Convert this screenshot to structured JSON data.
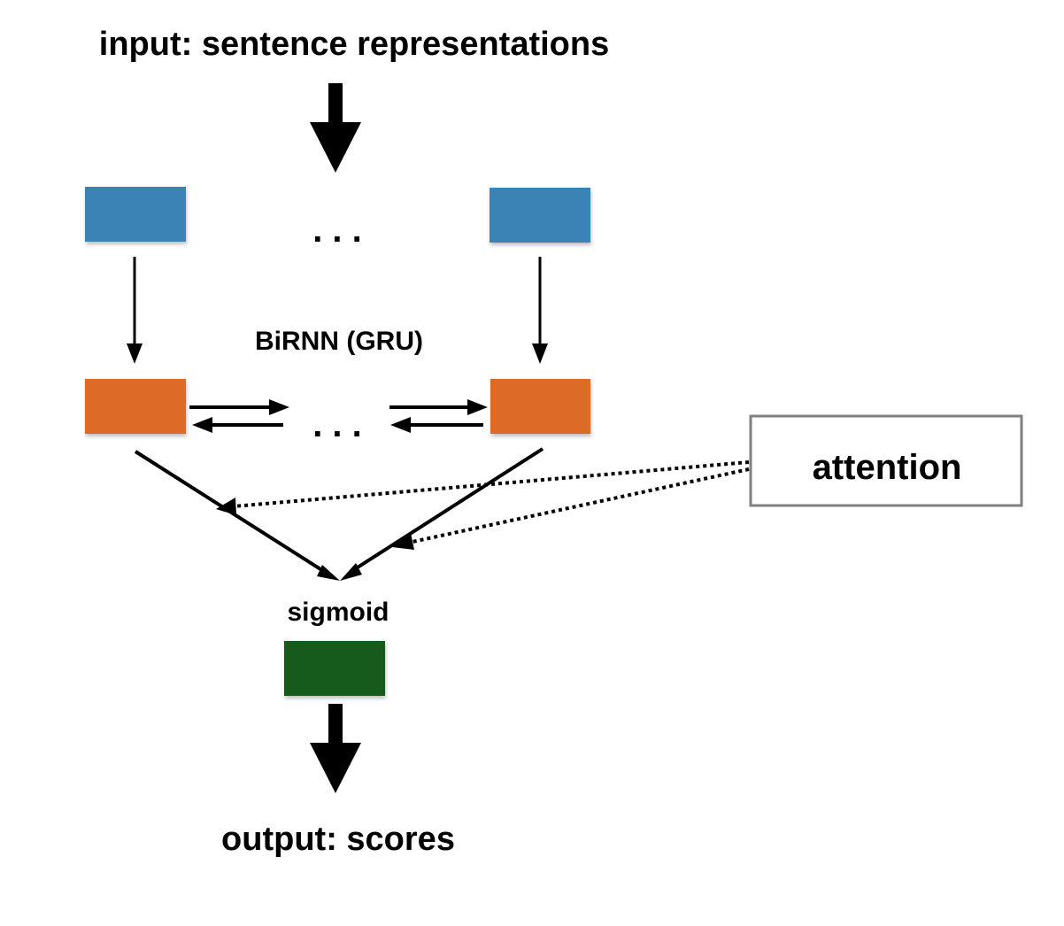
{
  "labels": {
    "input": "input: sentence representations",
    "birnn": "BiRNN (GRU)",
    "sigmoid": "sigmoid",
    "output": "output: scores",
    "attention": "attention",
    "ellipsis_top": ". . .",
    "ellipsis_mid": ". . ."
  },
  "colors": {
    "input_node": "#3a82b5",
    "rnn_node": "#dd6a26",
    "sigmoid_node": "#155a1f",
    "attention_border": "#808080",
    "arrow": "#000000"
  }
}
